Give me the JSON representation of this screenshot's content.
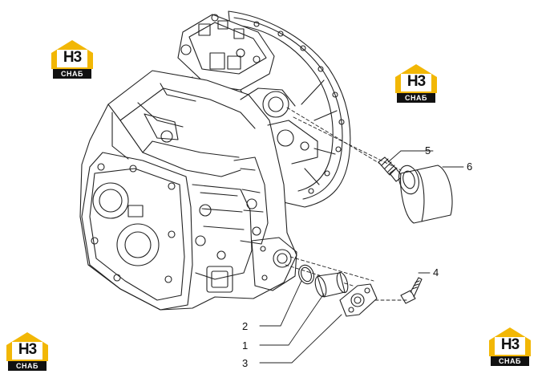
{
  "callouts": [
    {
      "id": "1",
      "label": "1"
    },
    {
      "id": "2",
      "label": "2"
    },
    {
      "id": "3",
      "label": "3"
    },
    {
      "id": "4",
      "label": "4"
    },
    {
      "id": "5",
      "label": "5"
    },
    {
      "id": "6",
      "label": "6"
    }
  ],
  "watermark": {
    "mark": "H3",
    "sub": "CHAБ"
  },
  "colors": {
    "line": "#222222",
    "logo_yellow": "#f2b705",
    "logo_dark": "#111111"
  }
}
